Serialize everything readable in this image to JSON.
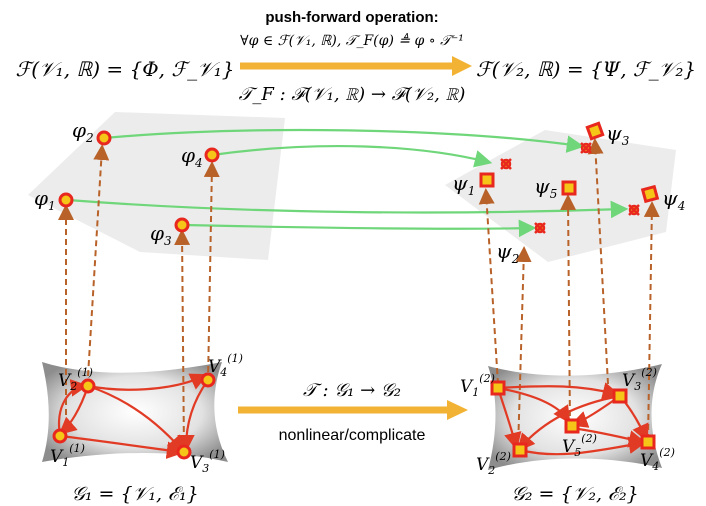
{
  "header": {
    "title": "push-forward operation:",
    "definition": "∀φ ∈ ℱ(𝒱₁, ℝ), 𝒯_F(φ) ≜ φ ∘ 𝒯⁻¹",
    "left_space": "ℱ(𝒱₁, ℝ) = {Φ, ℱ_𝒱₁}",
    "right_space": "ℱ(𝒱₂, ℝ) = {Ψ, ℱ_𝒱₂}",
    "operator": "𝒯_F : ℱ(𝒱₁, ℝ) → ℱ(𝒱₂, ℝ)"
  },
  "functions_left": [
    {
      "label": "φ",
      "sub": "1"
    },
    {
      "label": "φ",
      "sub": "2"
    },
    {
      "label": "φ",
      "sub": "3"
    },
    {
      "label": "φ",
      "sub": "4"
    }
  ],
  "functions_right": [
    {
      "label": "ψ",
      "sub": "1"
    },
    {
      "label": "ψ",
      "sub": "2"
    },
    {
      "label": "ψ",
      "sub": "3"
    },
    {
      "label": "ψ",
      "sub": "4"
    },
    {
      "label": "ψ",
      "sub": "5"
    }
  ],
  "graph1": {
    "caption": "𝒢₁ = {𝒱₁, ℰ₁}",
    "vertices": [
      {
        "label": "V",
        "sub": "1",
        "sup": "(1)"
      },
      {
        "label": "V",
        "sub": "2",
        "sup": "(1)"
      },
      {
        "label": "V",
        "sub": "3",
        "sup": "(1)"
      },
      {
        "label": "V",
        "sub": "4",
        "sup": "(1)"
      }
    ]
  },
  "graph2": {
    "caption": "𝒢₂ = {𝒱₂, ℰ₂}",
    "vertices": [
      {
        "label": "V",
        "sub": "1",
        "sup": "(2)"
      },
      {
        "label": "V",
        "sub": "2",
        "sup": "(2)"
      },
      {
        "label": "V",
        "sub": "3",
        "sup": "(2)"
      },
      {
        "label": "V",
        "sub": "4",
        "sup": "(2)"
      },
      {
        "label": "V",
        "sub": "5",
        "sup": "(2)"
      }
    ]
  },
  "transform": {
    "label": "𝒯 : 𝒢₁ → 𝒢₂",
    "caption": "nonlinear/complicate"
  },
  "colors": {
    "node_fill": "#f5c518",
    "node_stroke": "#e8281e",
    "edge": "#e23b25",
    "push_arrow": "#6fd67a",
    "dashed_arrow": "#b8622a",
    "big_arrow": "#f2b233",
    "plane": "#ececec"
  }
}
